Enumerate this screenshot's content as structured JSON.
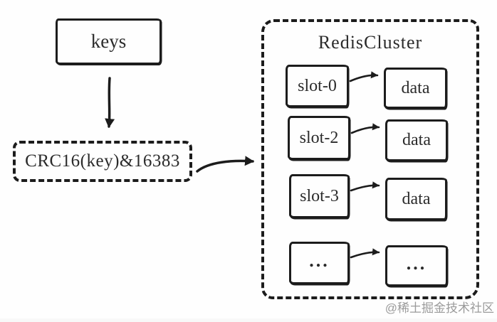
{
  "diagram": {
    "keys_label": "keys",
    "hash_label": "CRC16(key)&16383",
    "cluster_title": "RedisCluster",
    "rows": [
      {
        "slot": "slot-0",
        "data": "data"
      },
      {
        "slot": "slot-2",
        "data": "data"
      },
      {
        "slot": "slot-3",
        "data": "data"
      },
      {
        "slot": "...",
        "data": "..."
      }
    ],
    "watermark": "@稀土掘金技术社区",
    "colors": {
      "stroke": "#1c1c1c",
      "text": "#2b2b2b",
      "watermark": "#9b9b9b",
      "background": "#fefefe"
    }
  }
}
